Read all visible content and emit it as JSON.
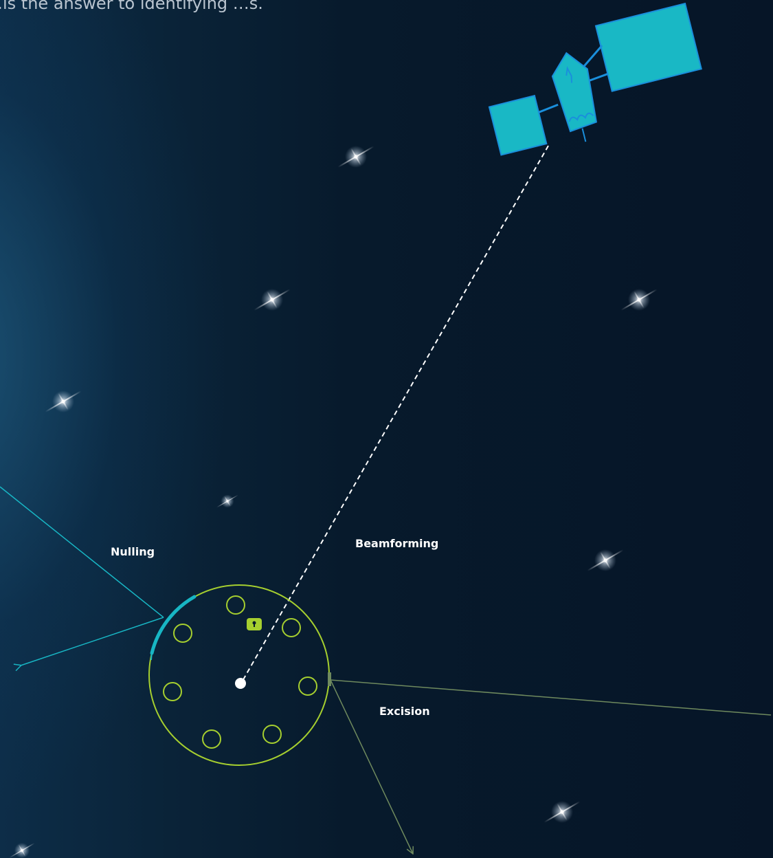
{
  "intro_text": "…is the answer to identifying …s.",
  "labels": {
    "nulling": "Nulling",
    "beamforming": "Beamforming",
    "excision": "Excision"
  },
  "colors": {
    "background": "#07182a",
    "antenna_ring": "#a6cf2f",
    "nulling": "#18b6c4",
    "excision": "#6f8a5e",
    "satellite": "#19b8c5",
    "satellite_outline": "#1a8fdc",
    "beam": "#ffffff"
  },
  "elements_count": 8
}
